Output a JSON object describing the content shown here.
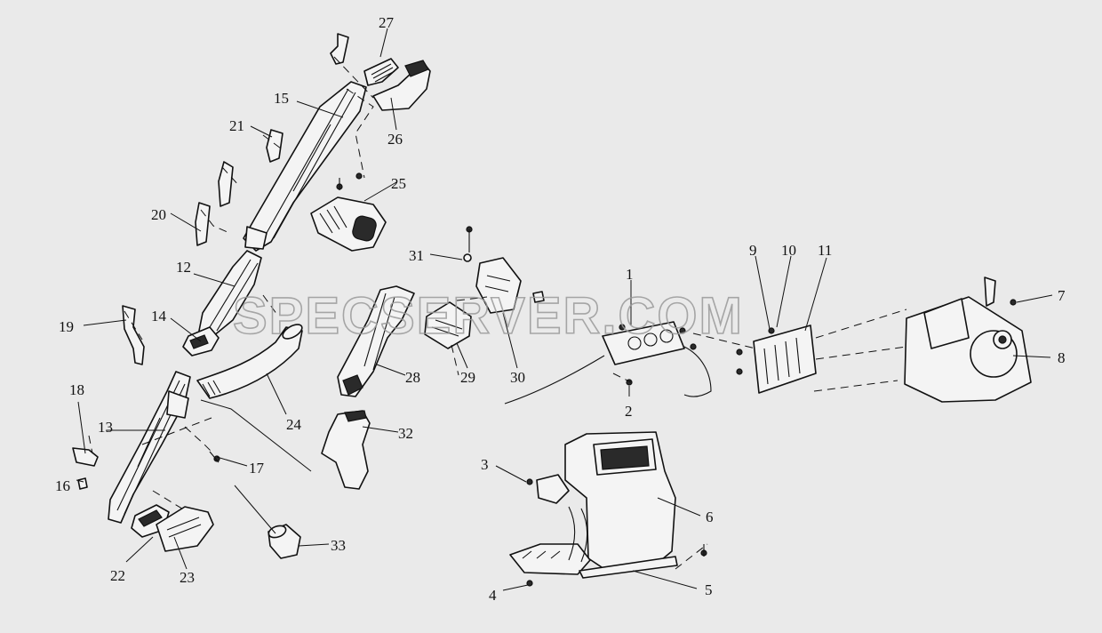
{
  "watermark": "SPECSERVER.COM",
  "labels": {
    "l1": "1",
    "l2": "2",
    "l3": "3",
    "l4": "4",
    "l5": "5",
    "l6": "6",
    "l7": "7",
    "l8": "8",
    "l9": "9",
    "l10": "10",
    "l11": "11",
    "l12": "12",
    "l13": "13",
    "l14": "14",
    "l15": "15",
    "l16": "16",
    "l17": "17",
    "l18": "18",
    "l19": "19",
    "l20": "20",
    "l21": "21",
    "l22": "22",
    "l23": "23",
    "l24": "24",
    "l25": "25",
    "l26": "26",
    "l27": "27",
    "l28": "28",
    "l29": "29",
    "l30": "30",
    "l31": "31",
    "l32": "32",
    "l33": "33"
  }
}
